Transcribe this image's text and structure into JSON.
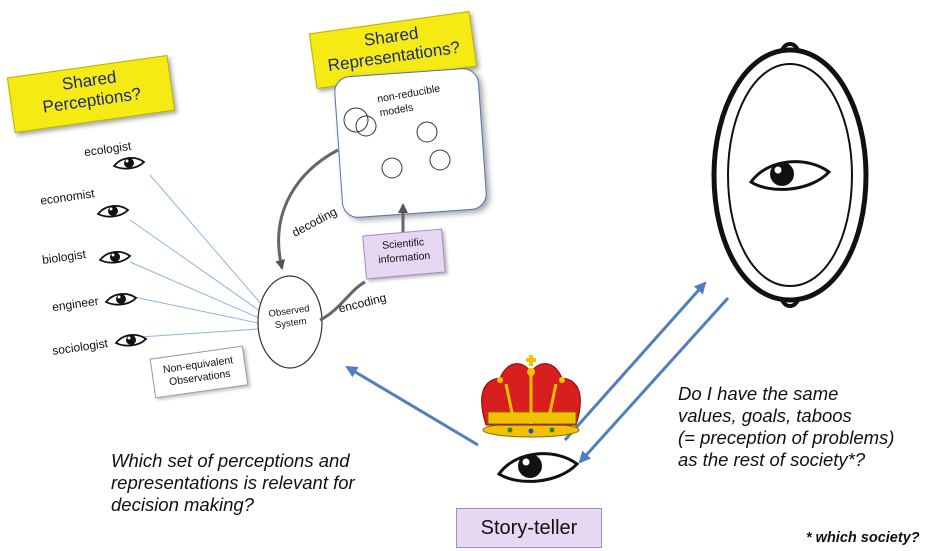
{
  "callouts": {
    "perceptions": [
      "Shared",
      "Perceptions?"
    ],
    "representations": [
      "Shared",
      "Representations?"
    ]
  },
  "roles": [
    "ecologist",
    "economist",
    "biologist",
    "engineer",
    "sociologist"
  ],
  "models_label": [
    "non-reducible",
    "models"
  ],
  "labels": {
    "decoding": "decoding",
    "encoding": "encoding",
    "observed_system": [
      "Observed",
      "System"
    ],
    "scientific_information": [
      "Scientific",
      "information"
    ],
    "non_equivalent": [
      "Non-equivalent",
      "Observations"
    ]
  },
  "question_left": [
    "Which set of perceptions and",
    "representations is relevant for",
    "decision making?"
  ],
  "question_right": [
    "Do I have the same",
    "values, goals, taboos",
    "(= preception of problems)",
    "as the rest of society*?"
  ],
  "storyteller": "Story-teller",
  "footnote": "* which society?",
  "colors": {
    "callout": "#f5ea14",
    "callout_text": "#1a2a7a",
    "arrow_blue": "#4f7fbf",
    "sight_line": "#8fb3e0",
    "lavender_box": "#e6d7f3",
    "crown_red": "#d81e1e",
    "crown_gold": "#f2c200"
  },
  "icons": [
    "eye-icon",
    "crown-icon",
    "mirror-icon"
  ]
}
